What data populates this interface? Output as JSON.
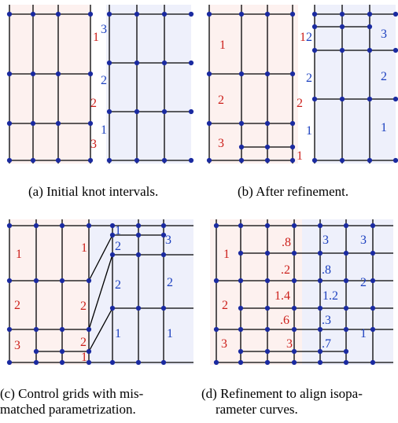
{
  "colors": {
    "red": "#cc1f1a",
    "blue": "#1a3fbf",
    "grid": "#000000",
    "node": "#1a2aa0",
    "pink_bg": "#fdf1ef",
    "blue_bg": "#eef0fb"
  },
  "captions": {
    "a": "(a)  Initial knot intervals.",
    "b": "(b)  After refinement.",
    "c_line1": "(c)  Control grids with mis-",
    "c_line2": "matched parametrization.",
    "d_line1": "(d) Refinement to align isopa-",
    "d_line2": "rameter curves."
  },
  "panels": {
    "a": {
      "red_labels": [
        "1",
        "2",
        "3"
      ],
      "blue_labels": [
        "3",
        "2",
        "1"
      ]
    },
    "b": {
      "red_left": [
        "1",
        "2",
        "3"
      ],
      "red_mid": [
        "1",
        "2",
        "1"
      ],
      "blue_mid": [
        "2",
        "2",
        "1"
      ],
      "blue_right": [
        "3",
        "2",
        "1"
      ]
    },
    "c": {
      "red_left": [
        "1",
        "2",
        "3"
      ],
      "red_mid": [
        "1",
        "2",
        "2",
        "1"
      ],
      "blue_mid": [
        "1",
        "2",
        "2",
        "1"
      ],
      "blue_right": [
        "3",
        "2",
        "1"
      ]
    },
    "d": {
      "red_left": [
        "1",
        "2",
        "3"
      ],
      "red_mid": [
        ".8",
        ".2",
        "1.4",
        ".6",
        "3"
      ],
      "blue_mid": [
        "3",
        ".8",
        "1.2",
        ".3",
        ".7"
      ],
      "blue_right": [
        "3",
        "2",
        "1"
      ]
    }
  }
}
